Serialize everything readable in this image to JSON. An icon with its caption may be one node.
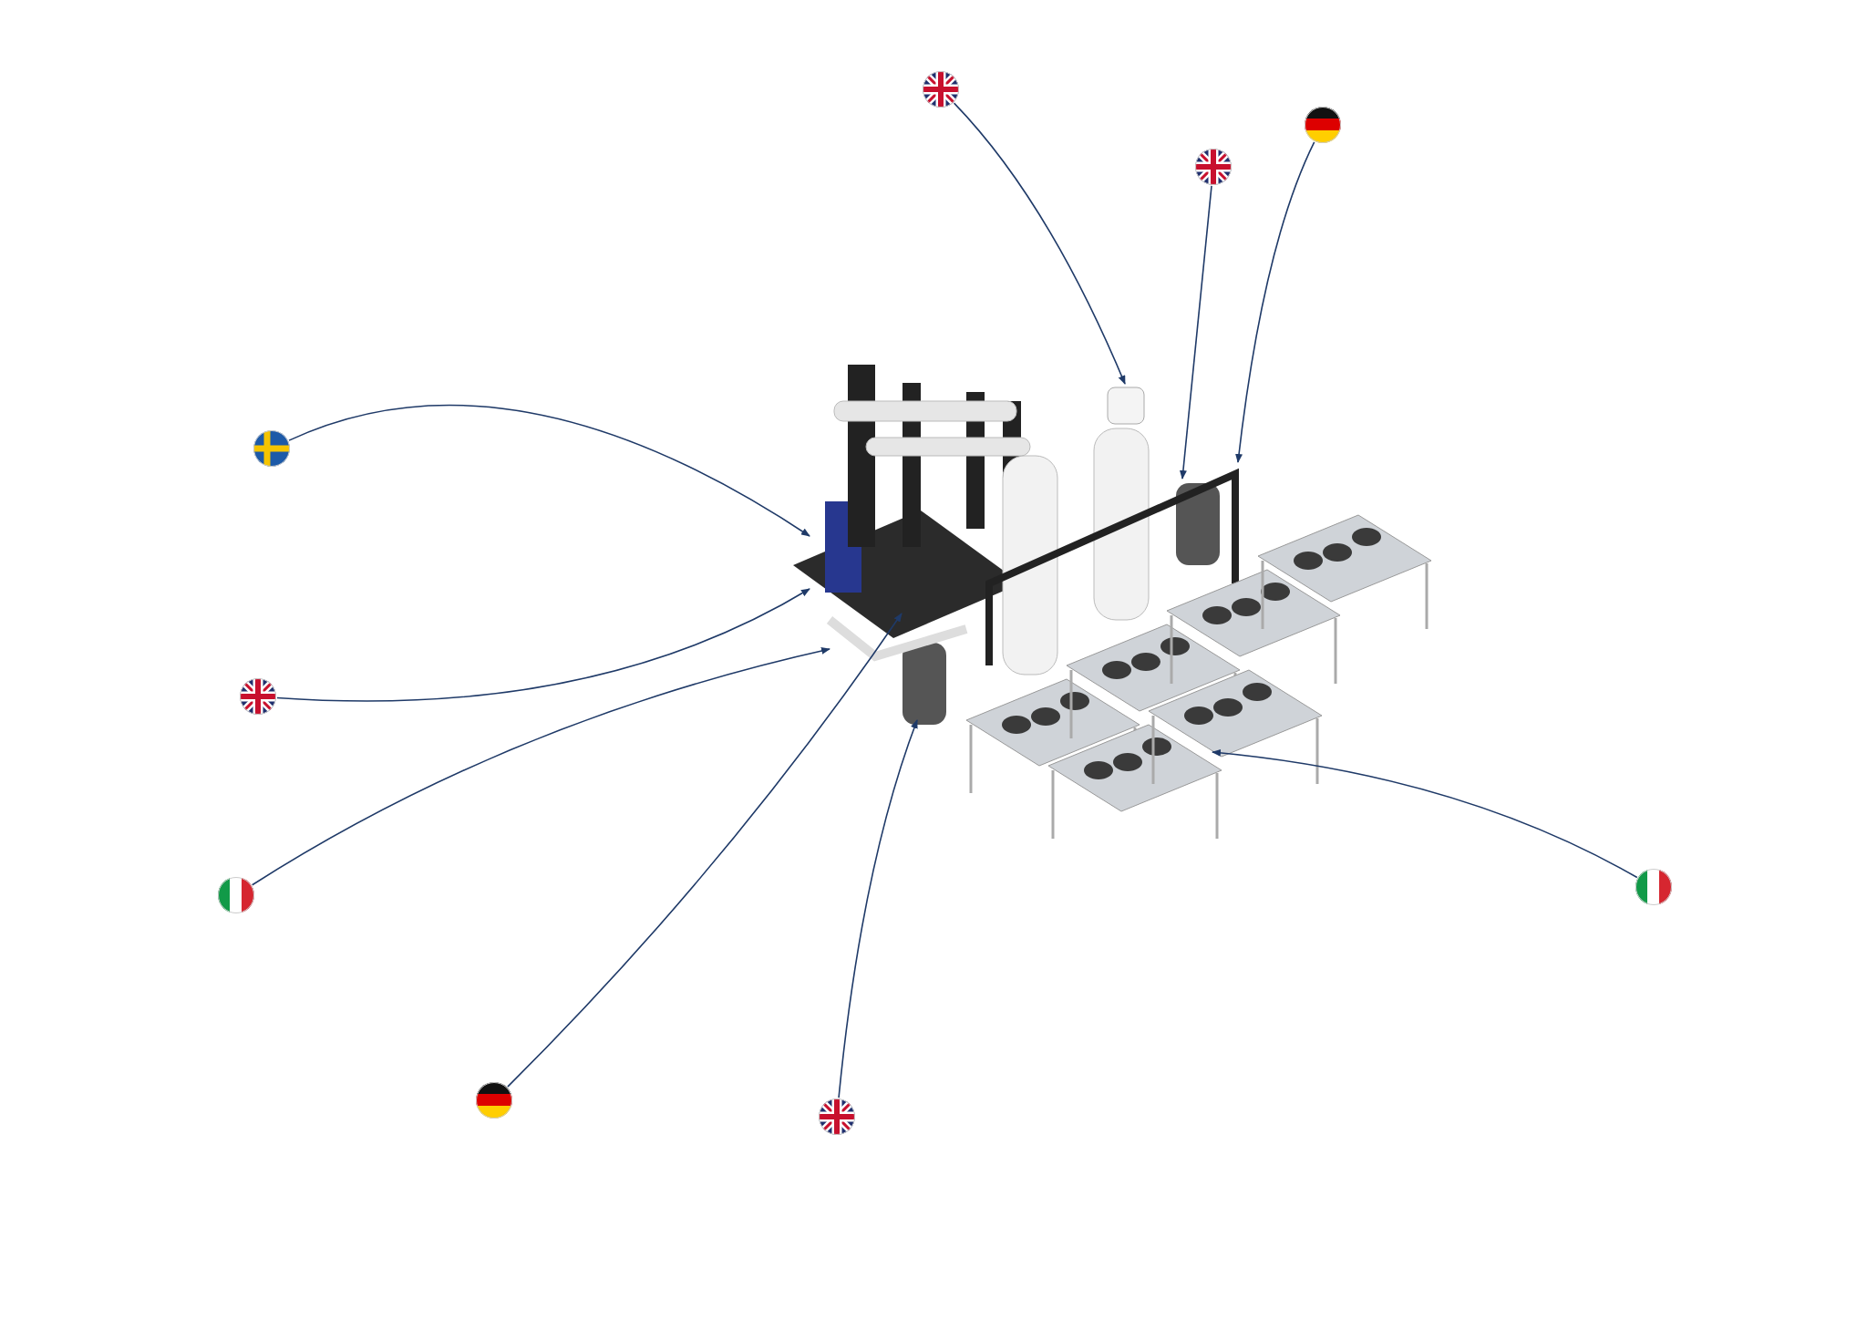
{
  "diagram": {
    "nodes": [
      {
        "text": [],
        "shape": "circle"
      },
      {
        "text": [],
        "shape": "circle"
      },
      {
        "text": [],
        "shape": "circle"
      },
      {
        "text": [],
        "shape": "circle"
      },
      {
        "text": [],
        "shape": "circle"
      },
      {
        "text": [],
        "shape": "circle"
      },
      {
        "text": [],
        "shape": "circle"
      },
      {
        "text": [],
        "shape": "circle"
      },
      {
        "text": [],
        "shape": "circle"
      }
    ],
    "edges": [
      {
        "from": 0,
        "to": null,
        "arrow": "to"
      },
      {
        "from": 1,
        "to": null,
        "arrow": "to"
      },
      {
        "from": 2,
        "to": null,
        "arrow": "to"
      },
      {
        "from": 3,
        "to": null,
        "arrow": "to"
      },
      {
        "from": 4,
        "to": null,
        "arrow": "to"
      },
      {
        "from": 5,
        "to": null,
        "arrow": "to"
      },
      {
        "from": 6,
        "to": null,
        "arrow": "to"
      },
      {
        "from": 7,
        "to": null,
        "arrow": "to"
      },
      {
        "from": 8,
        "to": null,
        "arrow": "to"
      }
    ]
  }
}
